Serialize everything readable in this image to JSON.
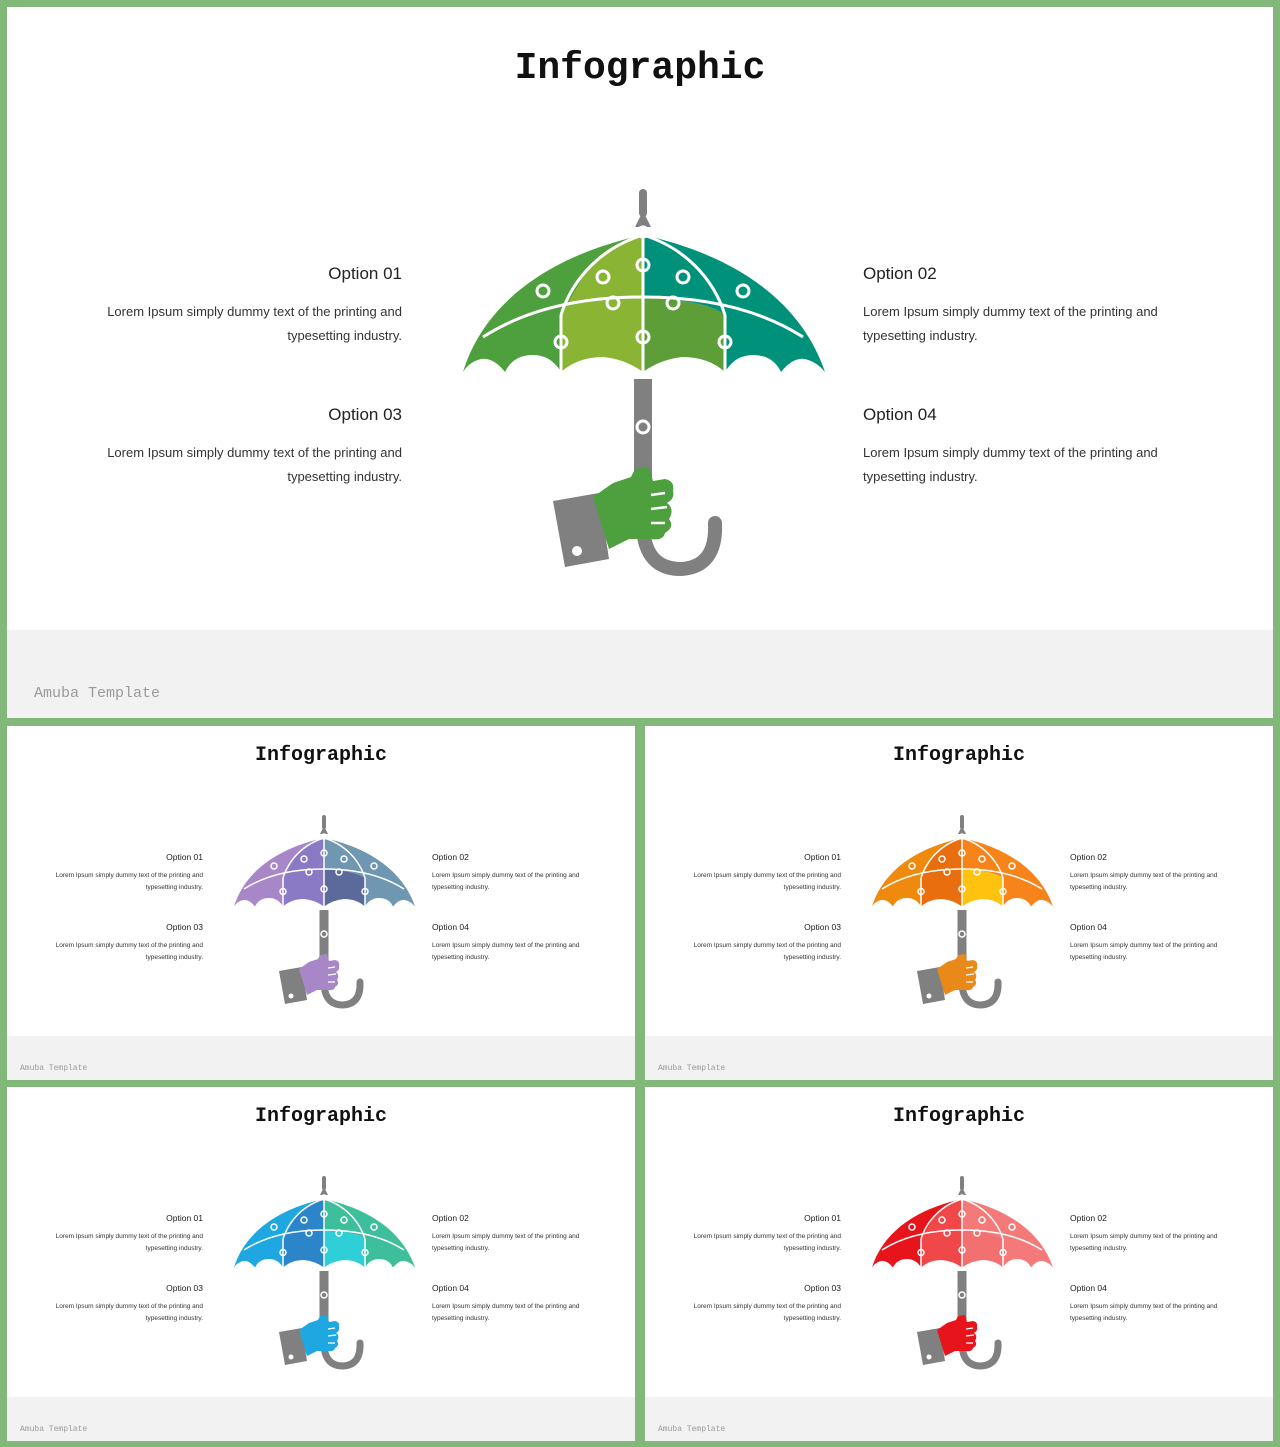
{
  "slides": [
    {
      "title": "Infographic",
      "footer": "Amuba Template",
      "colors": {
        "seg1": "#4e9f3d",
        "seg2": "#8ab534",
        "seg3": "#5e9e38",
        "seg4": "#00917a",
        "hand": "#4e9f3d"
      },
      "options": [
        {
          "label": "Option 01",
          "text": "Lorem Ipsum simply dummy text of the printing and typesetting industry."
        },
        {
          "label": "Option 02",
          "text": "Lorem Ipsum simply dummy text of the printing and typesetting industry."
        },
        {
          "label": "Option 03",
          "text": "Lorem Ipsum simply dummy text of the printing and typesetting industry."
        },
        {
          "label": "Option 04",
          "text": "Lorem Ipsum simply dummy text of the printing and typesetting industry."
        }
      ]
    },
    {
      "title": "Infographic",
      "footer": "Amuba Template",
      "colors": {
        "seg1": "#a887c9",
        "seg2": "#8a7ac6",
        "seg3": "#5b6a9a",
        "seg4": "#6f97b2",
        "hand": "#a887c9"
      },
      "options": [
        {
          "label": "Option 01",
          "text": "Lorem Ipsum simply dummy text of the printing and typesetting industry."
        },
        {
          "label": "Option 02",
          "text": "Lorem Ipsum simply dummy text of the printing and typesetting industry."
        },
        {
          "label": "Option 03",
          "text": "Lorem Ipsum simply dummy text of the printing and typesetting industry."
        },
        {
          "label": "Option 04",
          "text": "Lorem Ipsum simply dummy text of the printing and typesetting industry."
        }
      ]
    },
    {
      "title": "Infographic",
      "footer": "Amuba Template",
      "colors": {
        "seg1": "#f08a0c",
        "seg2": "#e86e10",
        "seg3": "#ffc20e",
        "seg4": "#f7841a",
        "hand": "#e8891a"
      },
      "options": [
        {
          "label": "Option 01",
          "text": "Lorem Ipsum simply dummy text of the printing and typesetting industry."
        },
        {
          "label": "Option 02",
          "text": "Lorem Ipsum simply dummy text of the printing and typesetting industry."
        },
        {
          "label": "Option 03",
          "text": "Lorem Ipsum simply dummy text of the printing and typesetting industry."
        },
        {
          "label": "Option 04",
          "text": "Lorem Ipsum simply dummy text of the printing and typesetting industry."
        }
      ]
    },
    {
      "title": "Infographic",
      "footer": "Amuba Template",
      "colors": {
        "seg1": "#1ea7e1",
        "seg2": "#2c85c8",
        "seg3": "#2ecfd6",
        "seg4": "#3dbf9c",
        "hand": "#1ea7e1"
      },
      "options": [
        {
          "label": "Option 01",
          "text": "Lorem Ipsum simply dummy text of the printing and typesetting industry."
        },
        {
          "label": "Option 02",
          "text": "Lorem Ipsum simply dummy text of the printing and typesetting industry."
        },
        {
          "label": "Option 03",
          "text": "Lorem Ipsum simply dummy text of the printing and typesetting industry."
        },
        {
          "label": "Option 04",
          "text": "Lorem Ipsum simply dummy text of the printing and typesetting industry."
        }
      ]
    },
    {
      "title": "Infographic",
      "footer": "Amuba Template",
      "colors": {
        "seg1": "#e8141c",
        "seg2": "#f04848",
        "seg3": "#f37070",
        "seg4": "#f37a78",
        "hand": "#e8141c"
      },
      "options": [
        {
          "label": "Option 01",
          "text": "Lorem Ipsum simply dummy text of the printing and typesetting industry."
        },
        {
          "label": "Option 02",
          "text": "Lorem Ipsum simply dummy text of the printing and typesetting industry."
        },
        {
          "label": "Option 03",
          "text": "Lorem Ipsum simply dummy text of the printing and typesetting industry."
        },
        {
          "label": "Option 04",
          "text": "Lorem Ipsum simply dummy text of the printing and typesetting industry."
        }
      ]
    }
  ]
}
